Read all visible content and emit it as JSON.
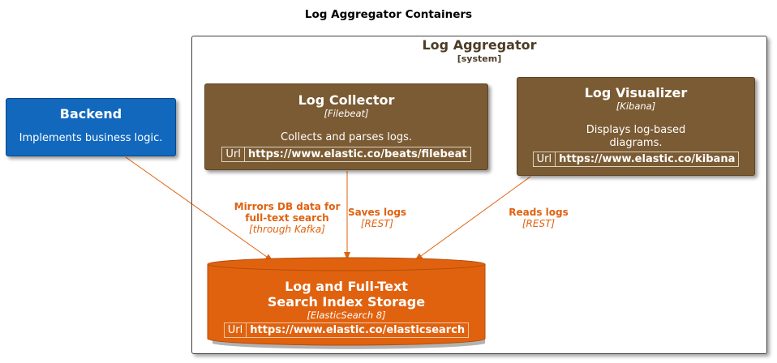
{
  "title": "Log Aggregator Containers",
  "colors": {
    "container": "#7b5b33",
    "person_system": "#1168bd",
    "database": "#e0620f",
    "edge": "#e0620f",
    "boundary_text": "#4d3d26"
  },
  "boundary": {
    "name": "Log Aggregator",
    "type": "[system]"
  },
  "backend": {
    "name": "Backend",
    "description": "Implements business logic."
  },
  "collector": {
    "name": "Log Collector",
    "technology": "[Filebeat]",
    "description": "Collects and parses logs.",
    "url_key": "Url",
    "url": "https://www.elastic.co/beats/filebeat"
  },
  "visualizer": {
    "name": "Log Visualizer",
    "technology": "[Kibana]",
    "description_line1": "Displays log-based",
    "description_line2": "diagrams.",
    "url_key": "Url",
    "url": "https://www.elastic.co/kibana"
  },
  "storage": {
    "name_line1": "Log and Full-Text",
    "name_line2": "Search Index Storage",
    "technology": "[ElasticSearch 8]",
    "url_key": "Url",
    "url": "https://www.elastic.co/elasticsearch"
  },
  "edges": {
    "backend_storage": {
      "label_line1": "Mirrors DB data for",
      "label_line2": "full-text search",
      "technology": "[through Kafka]"
    },
    "collector_storage": {
      "label": "Saves logs",
      "technology": "[REST]"
    },
    "visualizer_storage": {
      "label": "Reads logs",
      "technology": "[REST]"
    }
  }
}
